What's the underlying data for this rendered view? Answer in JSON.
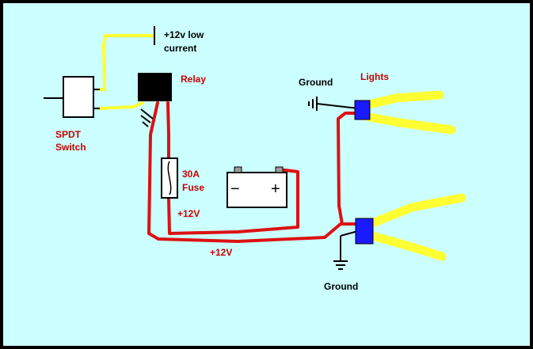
{
  "labels": {
    "supply": [
      "+12v low",
      "current"
    ],
    "relay": "Relay",
    "switch": [
      "SPDT",
      "Switch"
    ],
    "fuse": [
      "30A",
      "Fuse"
    ],
    "v12_upper": "+12V",
    "v12_lower": "+12V",
    "ground_top": "Ground",
    "ground_bottom": "Ground",
    "lights": "Lights",
    "battery_minus": "−",
    "battery_plus": "+"
  },
  "colors": {
    "background": "#ccffff",
    "red_wire": "#dd1111",
    "yellow_wire": "#ffff33",
    "black_label": "#000000",
    "red_label": "#cc0000",
    "light_connector": "#1a1aff",
    "relay_body": "#000000",
    "component_fill": "#ffffff"
  }
}
